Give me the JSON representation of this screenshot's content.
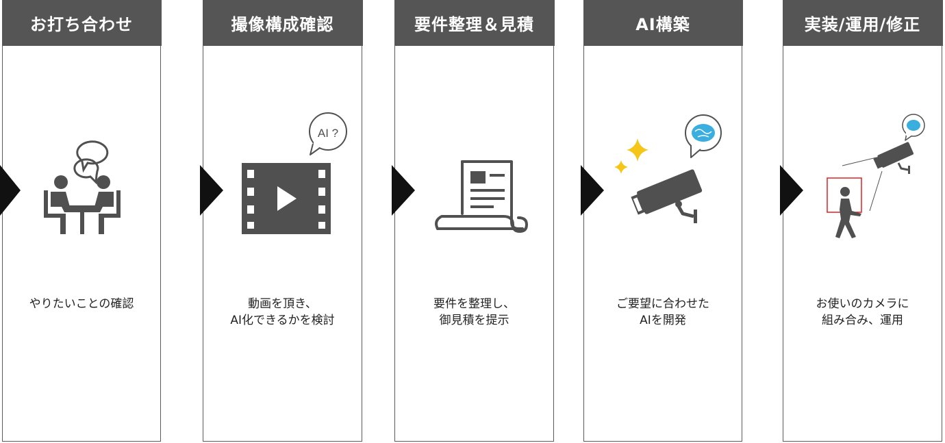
{
  "steps": [
    {
      "title": "お打ち合わせ",
      "desc": [
        "やりたいことの確認"
      ]
    },
    {
      "title": "撮像構成確認",
      "desc": [
        "動画を頂き、",
        "AI化できるかを検討"
      ],
      "bubble": "AI ?"
    },
    {
      "title": "要件整理＆見積",
      "desc": [
        "要件を整理し、",
        "御見積を提示"
      ]
    },
    {
      "title": "AI構築",
      "desc": [
        "ご要望に合わせた",
        "AIを開発"
      ]
    },
    {
      "title": "実装/運用/修正",
      "desc": [
        "お使いのカメラに",
        "組み合み、運用"
      ]
    }
  ],
  "colors": {
    "header": "#555555",
    "icon": "#505050",
    "sparkle": "#f5c518",
    "brain": "#3aaedf",
    "highlight": "#e02020"
  }
}
